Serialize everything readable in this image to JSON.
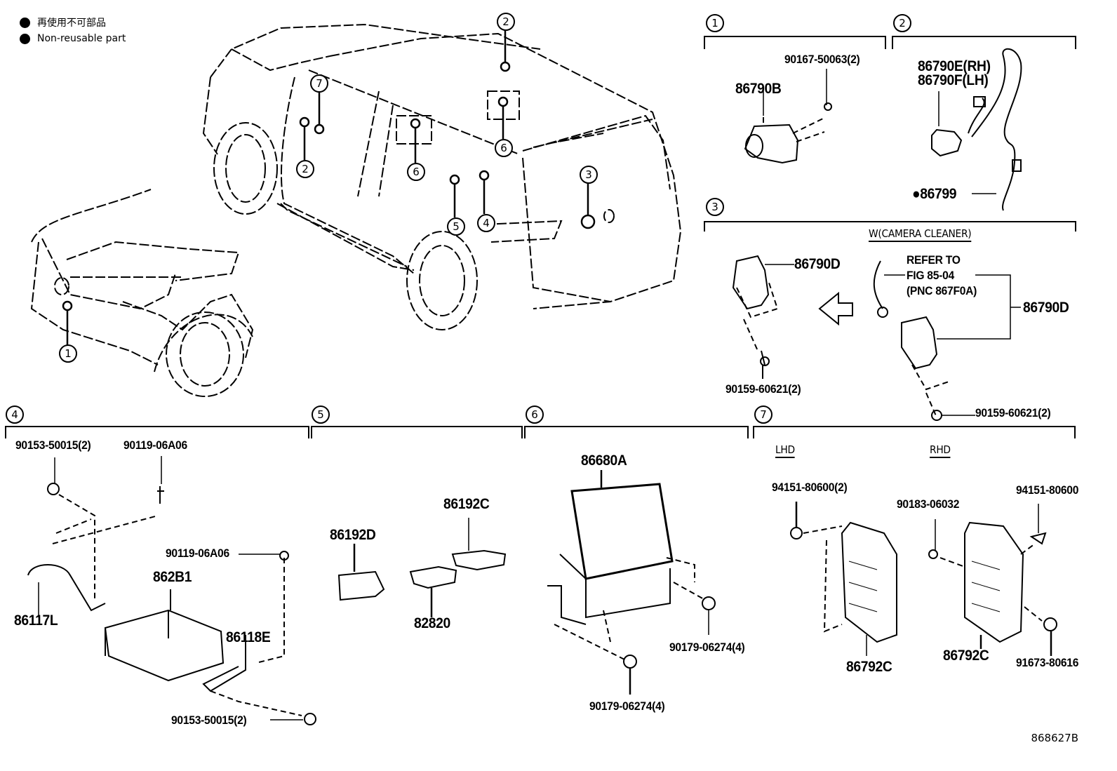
{
  "legend": {
    "items": [
      {
        "icon": "filled-circle-icon",
        "text": "再使用不可部品"
      },
      {
        "icon": "filled-circle-icon",
        "text": "Non-reusable part"
      }
    ]
  },
  "vehicle_callouts": [
    "1",
    "2",
    "2",
    "3",
    "4",
    "5",
    "6",
    "6",
    "7"
  ],
  "sections": {
    "s1": {
      "number": "1",
      "parts": {
        "camera": "86790B",
        "screw": "90167-50063(2)"
      }
    },
    "s2": {
      "number": "2",
      "parts": {
        "camera_rh": "86790E(RH)",
        "camera_lh": "86790F(LH)",
        "wire": "●86799"
      }
    },
    "s3": {
      "number": "3",
      "condition": "W(CAMERA CLEANER)",
      "parts": {
        "camera_left": "86790D",
        "camera_right": "86790D",
        "screw_left": "90159-60621(2)",
        "screw_right": "90159-60621(2)"
      },
      "refer_note": [
        "REFER TO",
        "FIG 85-04",
        "(PNC 867F0A)"
      ]
    },
    "s4": {
      "number": "4",
      "parts": {
        "bolt_top_left": "90153-50015(2)",
        "screw_top": "90119-06A06",
        "screw_right": "90119-06A06",
        "module": "862B1",
        "bracket_left": "86117L",
        "bracket_right": "86118E",
        "bolt_bottom": "90153-50015(2)"
      }
    },
    "s5": {
      "number": "5",
      "parts": {
        "socket_d": "86192D",
        "socket_c": "86192C",
        "connector": "82820"
      }
    },
    "s6": {
      "number": "6",
      "parts": {
        "display": "86680A",
        "nut_right": "90179-06274(4)",
        "nut_bottom": "90179-06274(4)"
      }
    },
    "s7": {
      "number": "7",
      "lhd_label": "LHD",
      "rhd_label": "RHD",
      "parts": {
        "lhd_nut": "94151-80600(2)",
        "lhd_module": "86792C",
        "rhd_screw": "90183-06032",
        "rhd_nut": "94151-80600",
        "rhd_module": "86792C",
        "rhd_bolt": "91673-80616"
      }
    }
  },
  "figure_code": "868627B"
}
